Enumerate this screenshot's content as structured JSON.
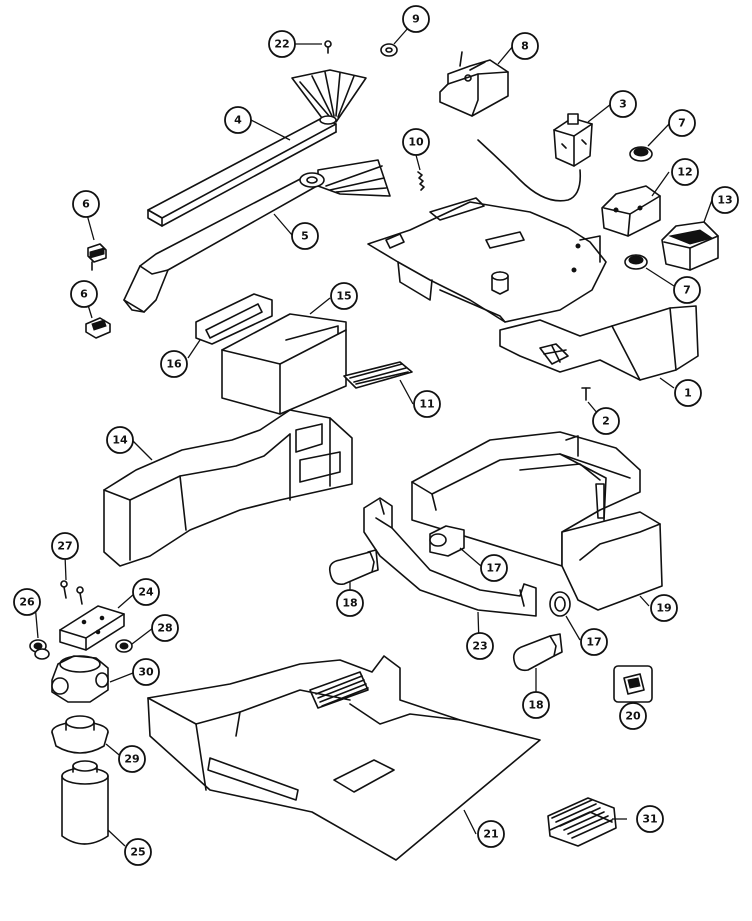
{
  "diagram": {
    "callouts": [
      {
        "id": "c1",
        "label": "1"
      },
      {
        "id": "c2",
        "label": "2"
      },
      {
        "id": "c3",
        "label": "3"
      },
      {
        "id": "c4",
        "label": "4"
      },
      {
        "id": "c5",
        "label": "5"
      },
      {
        "id": "c6a",
        "label": "6"
      },
      {
        "id": "c6b",
        "label": "6"
      },
      {
        "id": "c7a",
        "label": "7"
      },
      {
        "id": "c7b",
        "label": "7"
      },
      {
        "id": "c8",
        "label": "8"
      },
      {
        "id": "c9",
        "label": "9"
      },
      {
        "id": "c10",
        "label": "10"
      },
      {
        "id": "c11",
        "label": "11"
      },
      {
        "id": "c12",
        "label": "12"
      },
      {
        "id": "c13",
        "label": "13"
      },
      {
        "id": "c14",
        "label": "14"
      },
      {
        "id": "c15",
        "label": "15"
      },
      {
        "id": "c16",
        "label": "16"
      },
      {
        "id": "c17a",
        "label": "17"
      },
      {
        "id": "c17b",
        "label": "17"
      },
      {
        "id": "c18a",
        "label": "18"
      },
      {
        "id": "c18b",
        "label": "18"
      },
      {
        "id": "c19",
        "label": "19"
      },
      {
        "id": "c20",
        "label": "20"
      },
      {
        "id": "c21",
        "label": "21"
      },
      {
        "id": "c22",
        "label": "22"
      },
      {
        "id": "c23",
        "label": "23"
      },
      {
        "id": "c24",
        "label": "24"
      },
      {
        "id": "c25",
        "label": "25"
      },
      {
        "id": "c26",
        "label": "26"
      },
      {
        "id": "c27",
        "label": "27"
      },
      {
        "id": "c28",
        "label": "28"
      },
      {
        "id": "c29",
        "label": "29"
      },
      {
        "id": "c30",
        "label": "30"
      },
      {
        "id": "c31",
        "label": "31"
      }
    ],
    "colors": {
      "ink": "#111111",
      "paper": "#ffffff"
    }
  }
}
